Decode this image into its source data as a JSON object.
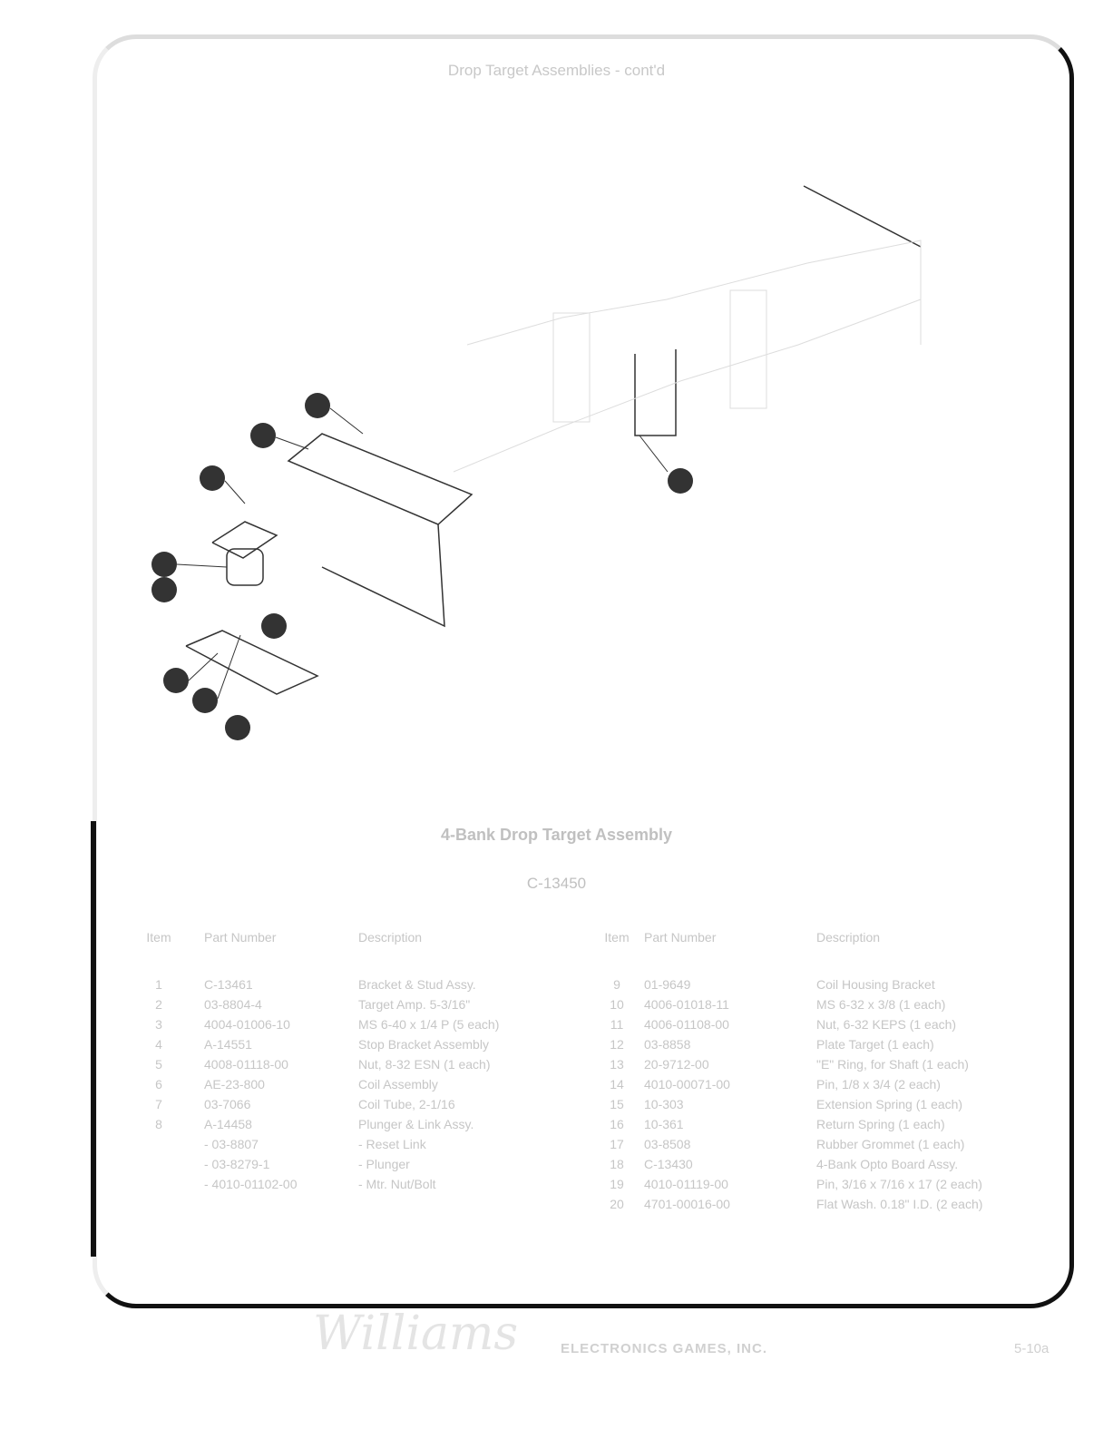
{
  "header": "Drop Target Assemblies - cont'd",
  "assembly_title": "4-Bank Drop Target Assembly",
  "assembly_number": "C-13450",
  "columns": {
    "item": "Item",
    "part": "Part Number",
    "desc": "Description"
  },
  "left_rows": [
    {
      "item": "1",
      "part": "C-13461",
      "desc": "Bracket & Stud Assy."
    },
    {
      "item": "2",
      "part": "03-8804-4",
      "desc": "Target Amp. 5-3/16\""
    },
    {
      "item": "3",
      "part": "4004-01006-10",
      "desc": "MS 6-40 x 1/4 P (5 each)"
    },
    {
      "item": "4",
      "part": "A-14551",
      "desc": "Stop Bracket Assembly"
    },
    {
      "item": "5",
      "part": "4008-01118-00",
      "desc": "Nut, 8-32 ESN (1 each)"
    },
    {
      "item": "6",
      "part": "AE-23-800",
      "desc": "Coil Assembly"
    },
    {
      "item": "7",
      "part": "03-7066",
      "desc": "Coil Tube, 2-1/16"
    },
    {
      "item": "8",
      "part": "A-14458",
      "desc": "Plunger & Link Assy."
    },
    {
      "item": "",
      "part": "- 03-8807",
      "desc": "- Reset Link"
    },
    {
      "item": "",
      "part": "- 03-8279-1",
      "desc": "- Plunger"
    },
    {
      "item": "",
      "part": "- 4010-01102-00",
      "desc": "- Mtr. Nut/Bolt"
    }
  ],
  "right_rows": [
    {
      "item": "9",
      "part": "01-9649",
      "desc": "Coil Housing Bracket"
    },
    {
      "item": "10",
      "part": "4006-01018-11",
      "desc": "MS 6-32 x 3/8 (1 each)"
    },
    {
      "item": "11",
      "part": "4006-01108-00",
      "desc": "Nut, 6-32 KEPS (1 each)"
    },
    {
      "item": "12",
      "part": "03-8858",
      "desc": "Plate Target (1 each)"
    },
    {
      "item": "13",
      "part": "20-9712-00",
      "desc": "\"E\" Ring, for Shaft (1 each)"
    },
    {
      "item": "14",
      "part": "4010-00071-00",
      "desc": "Pin, 1/8 x 3/4 (2 each)"
    },
    {
      "item": "15",
      "part": "10-303",
      "desc": "Extension Spring (1 each)"
    },
    {
      "item": "16",
      "part": "10-361",
      "desc": "Return Spring (1 each)"
    },
    {
      "item": "17",
      "part": "03-8508",
      "desc": "Rubber Grommet (1 each)"
    },
    {
      "item": "18",
      "part": "C-13430",
      "desc": "4-Bank Opto Board Assy."
    },
    {
      "item": "19",
      "part": "4010-01119-00",
      "desc": "Pin, 3/16 x 7/16 x 17 (2 each)"
    },
    {
      "item": "20",
      "part": "4701-00016-00",
      "desc": "Flat Wash. 0.18\" I.D. (2 each)"
    }
  ],
  "footer": {
    "logo": "Williams",
    "company": "ELECTRONICS GAMES, INC.",
    "page": "5-10a"
  }
}
